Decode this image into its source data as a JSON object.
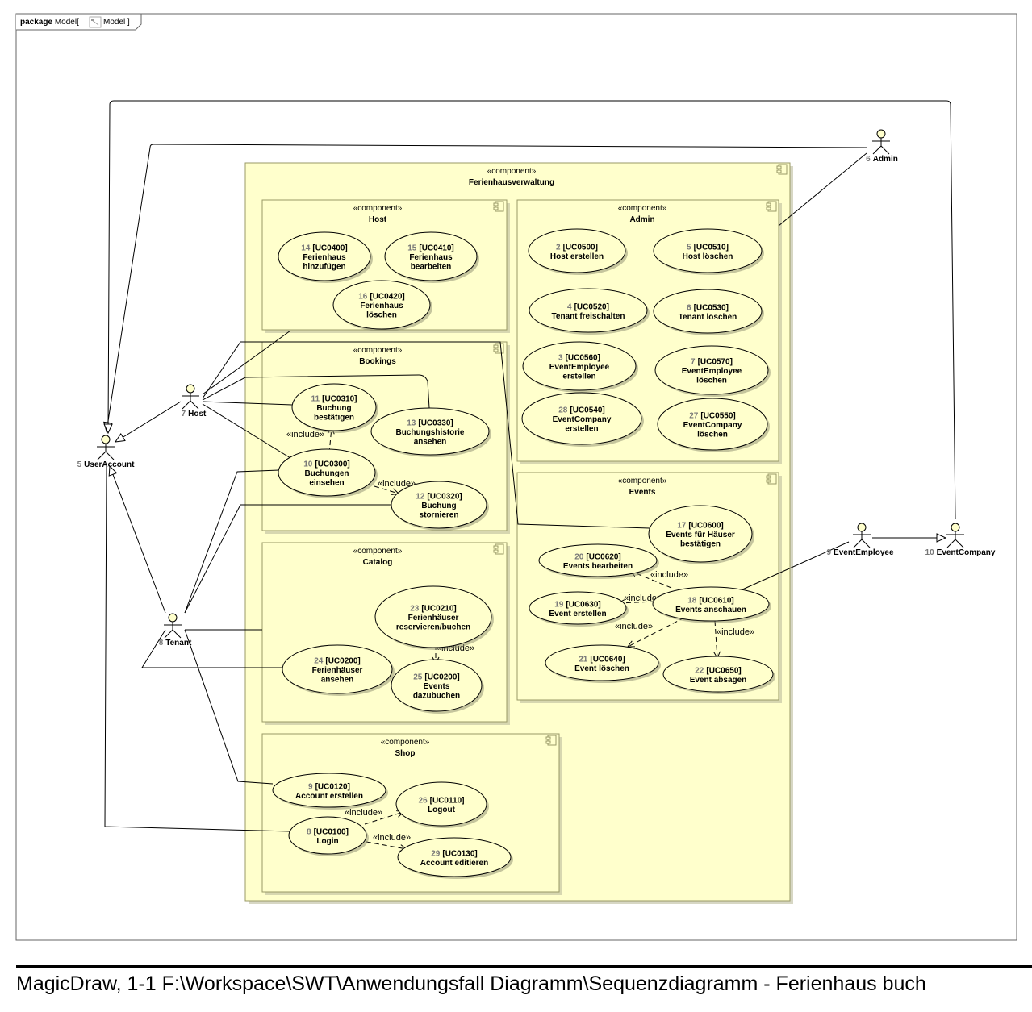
{
  "frame": {
    "keyword": "package",
    "name": "Model",
    "icon_label": "Model"
  },
  "stereotype": "«component»",
  "include_label": "«include»",
  "components": [
    {
      "id": "root",
      "name": "Ferienhausverwaltung"
    },
    {
      "id": "host",
      "name": "Host"
    },
    {
      "id": "admin",
      "name": "Admin"
    },
    {
      "id": "bookings",
      "name": "Bookings"
    },
    {
      "id": "events",
      "name": "Events"
    },
    {
      "id": "catalog",
      "name": "Catalog"
    },
    {
      "id": "shop",
      "name": "Shop"
    }
  ],
  "actors": [
    {
      "id": "useraccount",
      "num": "5",
      "name": "UserAccount"
    },
    {
      "id": "host",
      "num": "7",
      "name": "Host"
    },
    {
      "id": "tenant",
      "num": "8",
      "name": "Tenant"
    },
    {
      "id": "admin",
      "num": "6",
      "name": "Admin"
    },
    {
      "id": "eventemployee",
      "num": "9",
      "name": "EventEmployee"
    },
    {
      "id": "eventcompany",
      "num": "10",
      "name": "EventCompany"
    }
  ],
  "use_cases": [
    {
      "id": "uc14",
      "num": "14",
      "code": "[UC0400]",
      "lines": [
        "Ferienhaus",
        "hinzufügen"
      ]
    },
    {
      "id": "uc15",
      "num": "15",
      "code": "[UC0410]",
      "lines": [
        "Ferienhaus",
        "bearbeiten"
      ]
    },
    {
      "id": "uc16",
      "num": "16",
      "code": "[UC0420]",
      "lines": [
        "Ferienhaus",
        "löschen"
      ]
    },
    {
      "id": "uc2",
      "num": "2",
      "code": "[UC0500]",
      "lines": [
        "Host erstellen"
      ]
    },
    {
      "id": "uc5",
      "num": "5",
      "code": "[UC0510]",
      "lines": [
        "Host löschen"
      ]
    },
    {
      "id": "uc4",
      "num": "4",
      "code": "[UC0520]",
      "lines": [
        "Tenant freischalten"
      ]
    },
    {
      "id": "uc6",
      "num": "6",
      "code": "[UC0530]",
      "lines": [
        "Tenant löschen"
      ]
    },
    {
      "id": "uc3",
      "num": "3",
      "code": "[UC0560]",
      "lines": [
        "EventEmployee",
        "erstellen"
      ]
    },
    {
      "id": "uc7",
      "num": "7",
      "code": "[UC0570]",
      "lines": [
        "EventEmployee",
        "löschen"
      ]
    },
    {
      "id": "uc28",
      "num": "28",
      "code": "[UC0540]",
      "lines": [
        "EventCompany",
        "erstellen"
      ]
    },
    {
      "id": "uc27",
      "num": "27",
      "code": "[UC0550]",
      "lines": [
        "EventCompany",
        "löschen"
      ]
    },
    {
      "id": "uc11",
      "num": "11",
      "code": "[UC0310]",
      "lines": [
        "Buchung",
        "bestätigen"
      ]
    },
    {
      "id": "uc13",
      "num": "13",
      "code": "[UC0330]",
      "lines": [
        "Buchungshistorie",
        "ansehen"
      ]
    },
    {
      "id": "uc10",
      "num": "10",
      "code": "[UC0300]",
      "lines": [
        "Buchungen",
        "einsehen"
      ]
    },
    {
      "id": "uc12",
      "num": "12",
      "code": "[UC0320]",
      "lines": [
        "Buchung",
        "stornieren"
      ]
    },
    {
      "id": "uc17",
      "num": "17",
      "code": "[UC0600]",
      "lines": [
        "Events für Häuser",
        "bestätigen"
      ]
    },
    {
      "id": "uc20",
      "num": "20",
      "code": "[UC0620]",
      "lines": [
        "Events bearbeiten"
      ]
    },
    {
      "id": "uc19",
      "num": "19",
      "code": "[UC0630]",
      "lines": [
        "Event erstellen"
      ]
    },
    {
      "id": "uc18",
      "num": "18",
      "code": "[UC0610]",
      "lines": [
        "Events anschauen"
      ]
    },
    {
      "id": "uc21",
      "num": "21",
      "code": "[UC0640]",
      "lines": [
        "Event löschen"
      ]
    },
    {
      "id": "uc22",
      "num": "22",
      "code": "[UC0650]",
      "lines": [
        "Event absagen"
      ]
    },
    {
      "id": "uc23",
      "num": "23",
      "code": "[UC0210]",
      "lines": [
        "Ferienhäuser",
        "reservieren/buchen"
      ]
    },
    {
      "id": "uc24",
      "num": "24",
      "code": "[UC0200]",
      "lines": [
        "Ferienhäuser",
        "ansehen"
      ]
    },
    {
      "id": "uc25",
      "num": "25",
      "code": "[UC0200]",
      "lines": [
        "Events",
        "dazubuchen"
      ]
    },
    {
      "id": "uc9",
      "num": "9",
      "code": "[UC0120]",
      "lines": [
        "Account erstellen"
      ]
    },
    {
      "id": "uc26",
      "num": "26",
      "code": "[UC0110]",
      "lines": [
        "Logout"
      ]
    },
    {
      "id": "uc8",
      "num": "8",
      "code": "[UC0100]",
      "lines": [
        "Login"
      ]
    },
    {
      "id": "uc29",
      "num": "29",
      "code": "[UC0130]",
      "lines": [
        "Account editieren"
      ]
    }
  ],
  "footer": "MagicDraw, 1-1 F:\\Workspace\\SWT\\Anwendungsfall Diagramm\\Sequenzdiagramm - Ferienhaus buch"
}
